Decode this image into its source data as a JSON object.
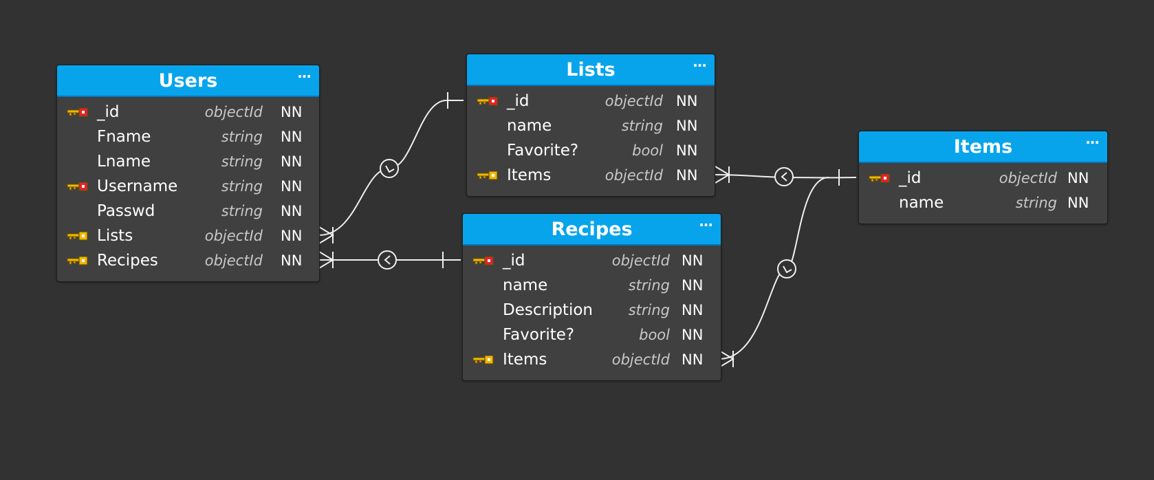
{
  "tables": {
    "users": {
      "title": "Users",
      "menu": "···",
      "fields": [
        {
          "name": "_id",
          "type": "objectId",
          "nn": "NN",
          "key": "primary"
        },
        {
          "name": "Fname",
          "type": "string",
          "nn": "NN",
          "key": "none"
        },
        {
          "name": "Lname",
          "type": "string",
          "nn": "NN",
          "key": "none"
        },
        {
          "name": "Username",
          "type": "string",
          "nn": "NN",
          "key": "primary"
        },
        {
          "name": "Passwd",
          "type": "string",
          "nn": "NN",
          "key": "none"
        },
        {
          "name": "Lists",
          "type": "objectId",
          "nn": "NN",
          "key": "foreign"
        },
        {
          "name": "Recipes",
          "type": "objectId",
          "nn": "NN",
          "key": "foreign"
        }
      ]
    },
    "lists": {
      "title": "Lists",
      "menu": "···",
      "fields": [
        {
          "name": "_id",
          "type": "objectId",
          "nn": "NN",
          "key": "primary"
        },
        {
          "name": "name",
          "type": "string",
          "nn": "NN",
          "key": "none"
        },
        {
          "name": "Favorite?",
          "type": "bool",
          "nn": "NN",
          "key": "none"
        },
        {
          "name": "Items",
          "type": "objectId",
          "nn": "NN",
          "key": "foreign"
        }
      ]
    },
    "recipes": {
      "title": "Recipes",
      "menu": "···",
      "fields": [
        {
          "name": "_id",
          "type": "objectId",
          "nn": "NN",
          "key": "primary"
        },
        {
          "name": "name",
          "type": "string",
          "nn": "NN",
          "key": "none"
        },
        {
          "name": "Description",
          "type": "string",
          "nn": "NN",
          "key": "none"
        },
        {
          "name": "Favorite?",
          "type": "bool",
          "nn": "NN",
          "key": "none"
        },
        {
          "name": "Items",
          "type": "objectId",
          "nn": "NN",
          "key": "foreign"
        }
      ]
    },
    "items": {
      "title": "Items",
      "menu": "···",
      "fields": [
        {
          "name": "_id",
          "type": "objectId",
          "nn": "NN",
          "key": "primary"
        },
        {
          "name": "name",
          "type": "string",
          "nn": "NN",
          "key": "none"
        }
      ]
    }
  },
  "relationships": [
    {
      "from": "Users.Lists",
      "to": "Lists._id",
      "from_end": "many",
      "to_end": "one",
      "optional": true
    },
    {
      "from": "Users.Recipes",
      "to": "Recipes._id",
      "from_end": "many",
      "to_end": "one",
      "optional": true
    },
    {
      "from": "Lists.Items",
      "to": "Items._id",
      "from_end": "many",
      "to_end": "one",
      "optional": true
    },
    {
      "from": "Recipes.Items",
      "to": "Items._id",
      "from_end": "many",
      "to_end": "one",
      "optional": true
    }
  ],
  "colors": {
    "canvas": "#323232",
    "table_body": "#404040",
    "header": "#07a4ec",
    "primary_key": "#e8202a",
    "foreign_key": "#f2b705",
    "connector": "#f0f0f0"
  }
}
